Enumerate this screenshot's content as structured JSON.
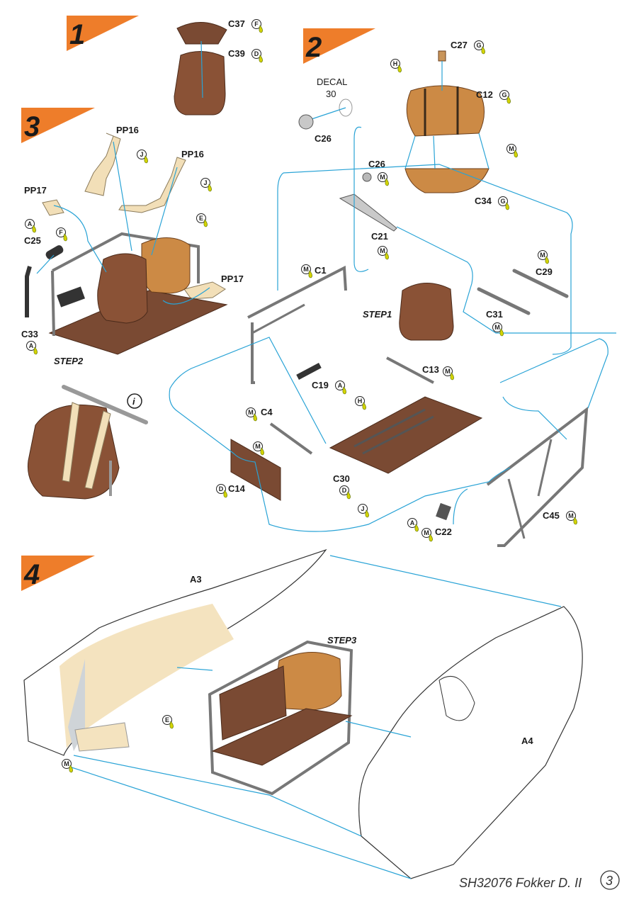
{
  "steps": [
    "1",
    "2",
    "3",
    "4"
  ],
  "sub_refs": {
    "step1": "STEP1",
    "step2": "STEP2",
    "step3": "STEP3",
    "info": "i"
  },
  "decal": {
    "line1": "DECAL",
    "line2": "30"
  },
  "parts": {
    "c37": "C37",
    "c39": "C39",
    "c27": "C27",
    "c12": "C12",
    "c34": "C34",
    "c26a": "C26",
    "c26b": "C26",
    "c21": "C21",
    "c1": "C1",
    "c29": "C29",
    "c31": "C31",
    "c13": "C13",
    "c19": "C19",
    "c4": "C4",
    "c14": "C14",
    "c30": "C30",
    "c22": "C22",
    "c45": "C45",
    "c25": "C25",
    "c33": "C33",
    "pp16a": "PP16",
    "pp16b": "PP16",
    "pp17a": "PP17",
    "pp17b": "PP17",
    "a3": "A3",
    "a4": "A4"
  },
  "color_codes": {
    "c37": "F",
    "c39": "D",
    "c27": "G",
    "c12": "G",
    "h_tank": "H",
    "m_tank": "M",
    "c34": "G",
    "c26b": "M",
    "c21": "M",
    "c1": "M",
    "c29": "M",
    "c31": "M",
    "c13": "M",
    "c19": "A",
    "c4": "M",
    "c4b": "M",
    "c14": "D",
    "h_floor": "H",
    "c30": "D",
    "j_floor": "J",
    "c22a": "A",
    "c22b": "M",
    "c45": "M",
    "j_belt": "J",
    "j_belt2": "J",
    "e_belt": "E",
    "a_c25": "A",
    "f_c25": "F",
    "a_c33": "A",
    "e_step4": "E",
    "m_step4": "M"
  },
  "colors": {
    "orange_banner": "#ee7d2a",
    "guide_blue": "#29a3d6",
    "paint_drop": "#d4d400",
    "leather_brown": "#8a5236",
    "wood_brown": "#7a4a33",
    "tank_tan": "#cc8a45",
    "belt_beige": "#f2dfb8"
  },
  "footer": {
    "kit": "SH32076 Fokker D. II",
    "page": "3"
  }
}
